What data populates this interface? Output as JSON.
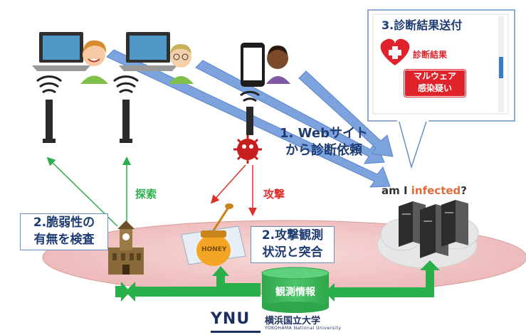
{
  "step1": {
    "line1": "1. Webサイト",
    "line2": "から診断依頼"
  },
  "step2_left": {
    "line1": "2.脆弱性の",
    "line2": "有無を検査"
  },
  "step2_right": {
    "line1": "2.攻撃観測",
    "line2": "状況と突合"
  },
  "step3": {
    "title": "3.診断結果送付",
    "result_label": "診断結果",
    "malware_line1": "マルウェア",
    "malware_line2": "感染疑い"
  },
  "labels": {
    "probe": "探索",
    "attack": "攻撃"
  },
  "database": {
    "label": "観測情報"
  },
  "service": {
    "prefix": "am I ",
    "highlight": "infected",
    "suffix": "?"
  },
  "logo": {
    "mark": "YNU",
    "name_jp": "横浜国立大学",
    "name_en": "YOKOHAMA National University"
  },
  "honeypot": {
    "text": "HONEY"
  },
  "colors": {
    "blue_arrow": "#7ca3de",
    "green": "#2ab04a",
    "red": "#e0302a",
    "ellipse": "#f2c7c7",
    "navy": "#1f3b73"
  }
}
